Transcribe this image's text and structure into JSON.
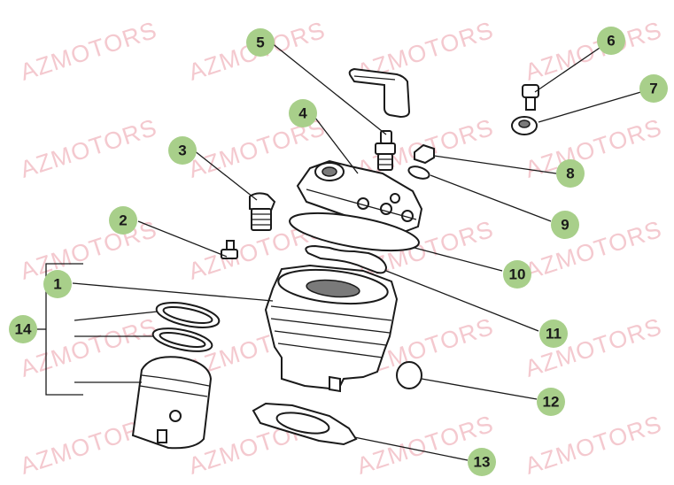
{
  "watermark": {
    "text": "AZMOTORS",
    "color": "#f4c9cf"
  },
  "callouts": [
    {
      "label": "1"
    },
    {
      "label": "2"
    },
    {
      "label": "3"
    },
    {
      "label": "4"
    },
    {
      "label": "5"
    },
    {
      "label": "6"
    },
    {
      "label": "7"
    },
    {
      "label": "8"
    },
    {
      "label": "9"
    },
    {
      "label": "10"
    },
    {
      "label": "11"
    },
    {
      "label": "12"
    },
    {
      "label": "13"
    },
    {
      "label": "14"
    }
  ],
  "colors": {
    "callout_fill": "#a8cf8a",
    "line": "#1a1a1a"
  }
}
